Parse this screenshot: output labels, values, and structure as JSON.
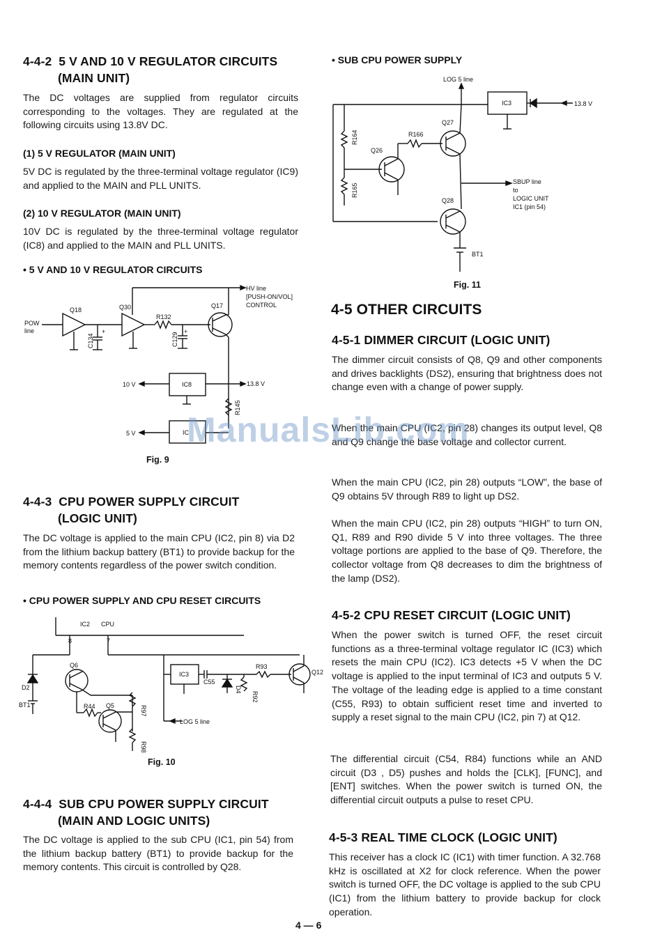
{
  "left": {
    "s442": {
      "num": "4-4-2",
      "title1": "5 V AND 10 V REGULATOR CIRCUITS",
      "title2": "(MAIN UNIT)",
      "body": "The DC voltages are supplied from regulator circuits corresponding to the voltages. They are regulated at the following circuits using 13.8V DC.",
      "sub1_title": "(1) 5 V REGULATOR (MAIN UNIT)",
      "sub1_body": "5V DC is regulated by the three-terminal voltage regulator (IC9) and applied to the MAIN and PLL UNITS.",
      "sub2_title": "(2) 10 V REGULATOR (MAIN UNIT)",
      "sub2_body": "10V DC is regulated by the three-terminal voltage regulator (IC8) and applied to the MAIN and PLL UNITS.",
      "bullet": "• 5 V AND 10 V REGULATOR CIRCUITS",
      "fig": "Fig. 9"
    },
    "s443": {
      "num": "4-4-3",
      "title1": "CPU POWER SUPPLY CIRCUIT",
      "title2": "(LOGIC UNIT)",
      "body": "The DC voltage is applied to the main CPU (IC2, pin 8) via D2 from the lithium backup battery (BT1) to provide backup for the memory contents regardless of the power switch condition.",
      "bullet": "• CPU POWER SUPPLY AND CPU RESET CIRCUITS",
      "fig": "Fig. 10"
    },
    "s444": {
      "num": "4-4-4",
      "title1": "SUB CPU POWER SUPPLY CIRCUIT",
      "title2": "(MAIN AND LOGIC UNITS)",
      "body": "The DC voltage is applied to the sub CPU (IC1, pin 54) from the lithium backup battery (BT1) to provide backup for the memory contents. This circuit is controlled by Q28."
    }
  },
  "right": {
    "bullet": "• SUB CPU POWER SUPPLY",
    "fig": "Fig. 11",
    "s45": {
      "title": "4-5 OTHER CIRCUITS"
    },
    "s451": {
      "title": "4-5-1 DIMMER CIRCUIT (LOGIC UNIT)",
      "p1": "The dimmer circuit consists of Q8, Q9 and other components and drives backlights (DS2), ensuring that brightness does not change even with a change of power supply.",
      "p2": "When the main CPU (IC2, pin 28) changes its output level, Q8 and Q9 change the base voltage and collector current.",
      "p3": "When the main CPU (IC2, pin 28) outputs “LOW”, the base of Q9 obtains 5V through R89 to light up DS2.",
      "p4": "When the main CPU (IC2, pin 28) outputs “HIGH” to turn ON, Q1, R89 and R90 divide 5 V into three voltages. The three voltage portions are applied to the base of Q9. Therefore, the collector voltage from Q8 decreases to dim the brightness of the lamp (DS2)."
    },
    "s452": {
      "title": "4-5-2 CPU RESET CIRCUIT (LOGIC UNIT)",
      "p1": "When the power switch is turned OFF, the reset circuit functions as a three-terminal voltage regulator IC (IC3) which resets the main CPU (IC2). IC3 detects +5 V when the DC voltage is applied to the input terminal of IC3 and outputs 5 V. The voltage of the leading edge is applied to a time constant (C55, R93) to obtain sufficient reset time and inverted to supply a reset signal to the main CPU (IC2, pin 7) at Q12.",
      "p2": "The differential circuit (C54, R84) functions while an AND circuit (D3 , D5) pushes and holds the [CLK], [FUNC], and [ENT] switches. When the power switch is turned ON, the differential circuit outputs a pulse to reset CPU."
    },
    "s453": {
      "title": "4-5-3 REAL TIME CLOCK (LOGIC UNIT)",
      "p1": "This receiver has a clock IC (IC1) with timer function. A 32.768 kHz is oscillated at X2 for clock reference. When the power switch is turned OFF, the DC voltage is applied to the sub CPU (IC1) from the lithium battery to provide backup for clock operation."
    }
  },
  "fig9": {
    "hv": "HV line",
    "push": "[PUSH-ON/VOL]",
    "control": "CONTROL",
    "pow": "POW",
    "line": "line",
    "q18": "Q18",
    "q30": "Q30",
    "q17": "Q17",
    "r132": "R132",
    "c134": "C134",
    "c129": "C129",
    "ic8": "IC8",
    "ic9": "IC",
    "v10": "10 V",
    "v5": "5 V",
    "v138": "13.8 V",
    "r145": "R145",
    "plus": "+"
  },
  "fig10": {
    "ic2": "IC2",
    "cpu": "CPU",
    "p8": "8",
    "p7": "7",
    "q6": "Q6",
    "q5": "Q5",
    "q12": "Q12",
    "d2": "D2",
    "bt1": "BT1",
    "r44": "R44",
    "r97": "R97",
    "r98": "R98",
    "ic3": "IC3",
    "c55": "C55",
    "d4": "D4",
    "r92": "R92",
    "r93": "R93",
    "log5": "LOG 5 line"
  },
  "fig11": {
    "log5": "LOG 5 line",
    "ic3": "IC3",
    "v138": "13.8 V",
    "q27": "Q27",
    "q26": "Q26",
    "q28": "Q28",
    "r166": "R166",
    "r164": "R164",
    "r165": "R165",
    "sbup": "SBUP line",
    "to": "to",
    "logic": "LOGIC UNIT",
    "ic1": "IC1 (pin 54)",
    "bt1": "BT1"
  },
  "page": {
    "number": "4 — 6"
  },
  "watermark": "ManualsLib.com"
}
